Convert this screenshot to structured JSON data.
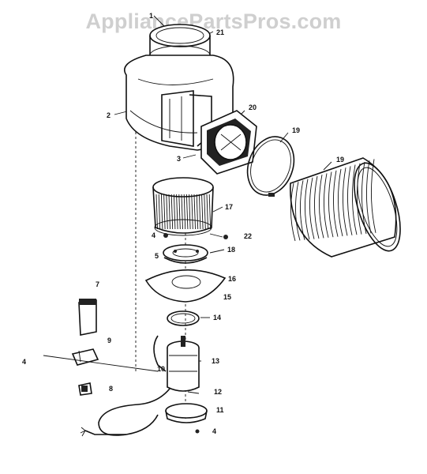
{
  "watermark": "AppliancePartsPros.com",
  "callouts": [
    {
      "id": "c1",
      "text": "1"
    },
    {
      "id": "c21",
      "text": "21"
    },
    {
      "id": "c2",
      "text": "2"
    },
    {
      "id": "c20",
      "text": "20"
    },
    {
      "id": "c19a",
      "text": "19"
    },
    {
      "id": "c19b",
      "text": "19"
    },
    {
      "id": "c3",
      "text": "3"
    },
    {
      "id": "c17",
      "text": "17"
    },
    {
      "id": "c4a",
      "text": "4"
    },
    {
      "id": "c22",
      "text": "22"
    },
    {
      "id": "c5",
      "text": "5"
    },
    {
      "id": "c18",
      "text": "18"
    },
    {
      "id": "c16",
      "text": "16"
    },
    {
      "id": "c7",
      "text": "7"
    },
    {
      "id": "c15",
      "text": "15"
    },
    {
      "id": "c14",
      "text": "14"
    },
    {
      "id": "c9",
      "text": "9"
    },
    {
      "id": "c4b",
      "text": "4"
    },
    {
      "id": "c10",
      "text": "10"
    },
    {
      "id": "c13",
      "text": "13"
    },
    {
      "id": "c8",
      "text": "8"
    },
    {
      "id": "c12",
      "text": "12"
    },
    {
      "id": "c11",
      "text": "11"
    },
    {
      "id": "c4c",
      "text": "4"
    }
  ]
}
